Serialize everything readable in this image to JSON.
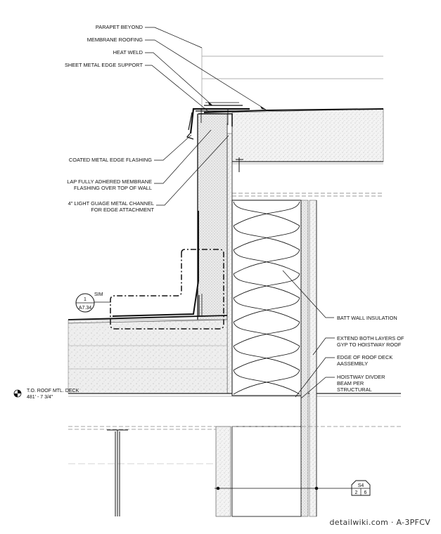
{
  "labels": {
    "parapet_beyond": "PARAPET BEYOND",
    "membrane_roofing": "MEMBRANE ROOFING",
    "heat_weld": "HEAT WELD",
    "sheet_metal_edge_support": "SHEET METAL EDGE SUPPORT",
    "coated_metal_edge_flashing": "COATED METAL EDGE FLASHING",
    "lap_membrane_line1": "LAP FULLY ADHERED MEMBRANE",
    "lap_membrane_line2": "FLASHING OVER  TOP OF WALL",
    "metal_channel_line1": "4\" LIGHT GUAGE METAL CHANNEL",
    "metal_channel_line2": "FOR EDGE ATTACHMENT",
    "batt_wall_insulation": "BATT WALL INSULATION",
    "extend_gyp_line1": "EXTEND BOTH LAYERS OF",
    "extend_gyp_line2": "GYP TO HOISTWAY ROOF",
    "edge_roof_deck_line1": "EDGE OF ROOF DECK",
    "edge_roof_deck_line2": "AASSEMBLY",
    "hoistway_line1": "HOISTWAY DIVDER",
    "hoistway_line2": "BEAM PER",
    "hoistway_line3": "STRUCTURAL"
  },
  "detail_callout": {
    "tag": "SIM",
    "number": "1",
    "sheet": "A7.34"
  },
  "elevation_marker": {
    "label": "T.O. ROOF MTL. DECK",
    "value": "481' - 7 3/4\""
  },
  "grid_tag": {
    "top": "S4",
    "bottom_left": "2",
    "bottom_right": "6"
  },
  "watermark": "detailwiki.com · A-3PFCV"
}
